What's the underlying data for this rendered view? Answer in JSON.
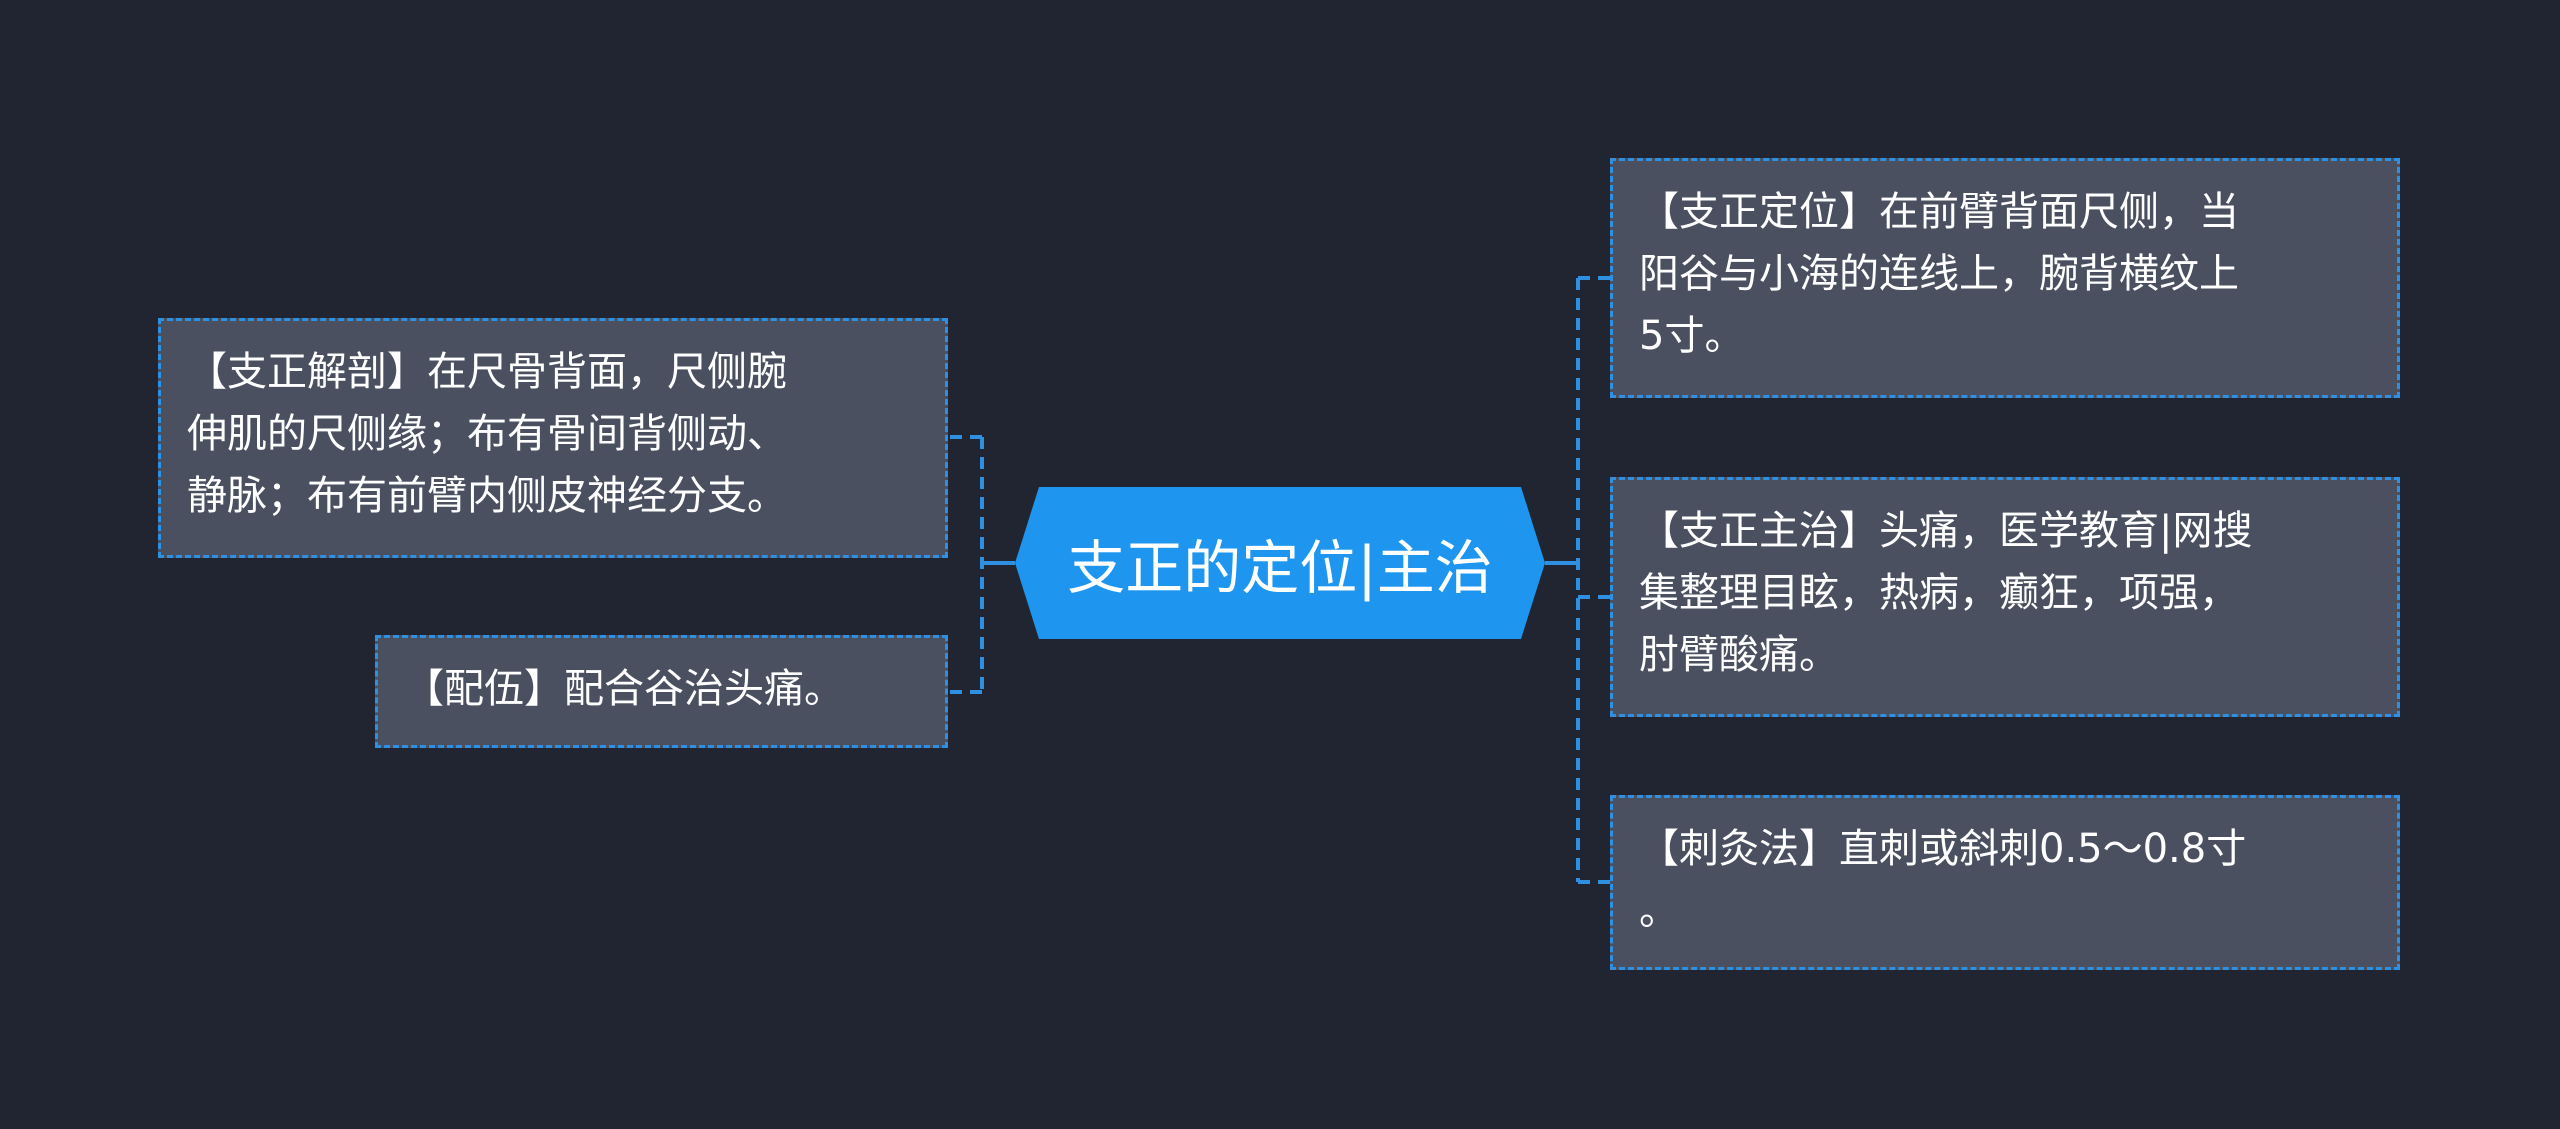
{
  "colors": {
    "background": "#212532",
    "node_fill": "#4a505f",
    "node_border": "#2f8fe0",
    "center_fill": "#1e96f0",
    "connector": "#2f8fe0",
    "text": "#ffffff"
  },
  "center": {
    "label": "支正的定位|主治"
  },
  "left_branches": [
    {
      "text": "【支正解剖】在尺骨背面，尺侧腕\n伸肌的尺侧缘；布有骨间背侧动、\n静脉；布有前臂内侧皮神经分支。"
    },
    {
      "text": "【配伍】配合谷治头痛。"
    }
  ],
  "right_branches": [
    {
      "text": "【支正定位】在前臂背面尺侧，当\n阳谷与小海的连线上，腕背横纹上\n5寸。"
    },
    {
      "text": "【支正主治】头痛，医学教育|网搜\n集整理目眩，热病，癫狂，项强，\n肘臂酸痛。"
    },
    {
      "text": "【刺灸法】直刺或斜刺0.5～0.8寸\n。"
    }
  ]
}
